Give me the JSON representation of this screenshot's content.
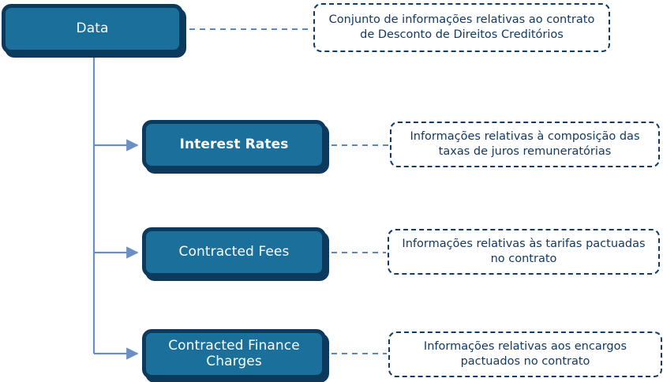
{
  "diagram": {
    "title": "Data",
    "nodes": [
      {
        "id": "data",
        "label": "Data",
        "bold": false,
        "note": "Conjunto de informações relativas ao contrato de Desconto de Direitos Creditórios"
      },
      {
        "id": "interest-rates",
        "label": "Interest Rates",
        "bold": true,
        "note": "Informações relativas à composição das taxas de juros remuneratórias"
      },
      {
        "id": "contracted-fees",
        "label": "Contracted Fees",
        "bold": false,
        "note": "Informações relativas às tarifas pactuadas no contrato"
      },
      {
        "id": "contracted-finance-charges",
        "label": "Contracted Finance Charges",
        "bold": false,
        "note": "Informações relativas aos encargos pactuados no contrato"
      }
    ],
    "colors": {
      "node_fill": "#1a6f9b",
      "node_border": "#0b3a5d",
      "node_text": "#ffffff",
      "note_border": "#123a63",
      "note_text": "#123a63",
      "note_fill": "#ffffff",
      "connector": "#6b8fc4",
      "link_dashed": "#5e86b8",
      "background": "#ffffff"
    }
  }
}
